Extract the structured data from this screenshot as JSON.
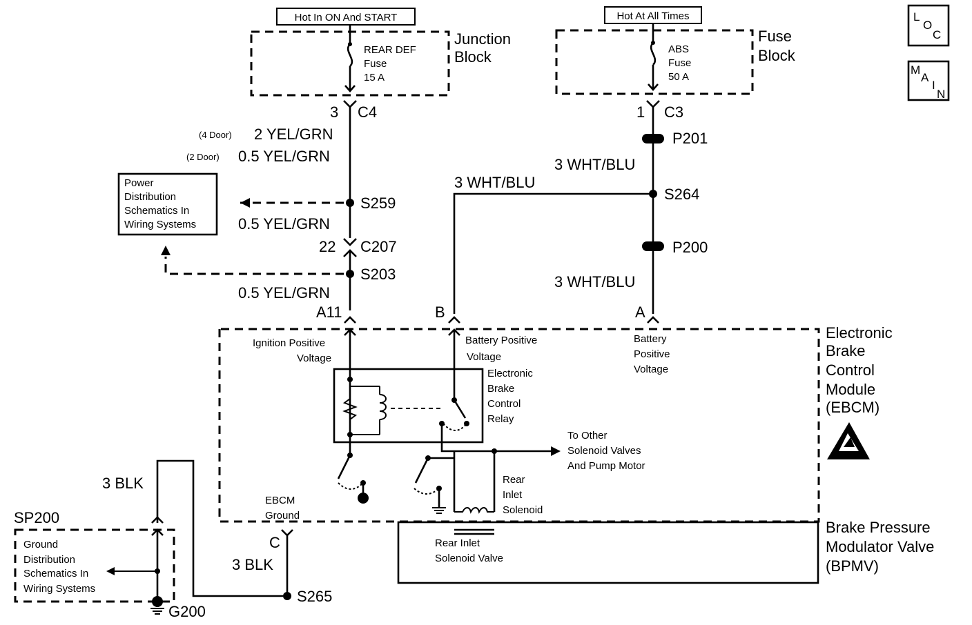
{
  "labels": {
    "hot_on_start": "Hot In ON And START",
    "hot_all_times": "Hot At All Times",
    "junction_block_1": "Junction",
    "junction_block_2": "Block",
    "fuse_block_1": "Fuse",
    "fuse_block_2": "Block",
    "rear_def_fuse_1": "REAR DEF",
    "rear_def_fuse_2": "Fuse",
    "rear_def_fuse_3": "15 A",
    "abs_fuse_1": "ABS",
    "abs_fuse_2": "Fuse",
    "abs_fuse_3": "50 A",
    "loc_l": "L",
    "loc_o": "O",
    "loc_c": "C",
    "main_m": "M",
    "main_a": "A",
    "main_i": "I",
    "main_n": "N",
    "pin3": "3",
    "c4": "C4",
    "pin1": "1",
    "c3": "C3",
    "four_door": "(4 Door)",
    "wire_2_yelgrn": "2 YEL/GRN",
    "two_door": "(2 Door)",
    "wire_05_yelgrn_a": "0.5 YEL/GRN",
    "p201": "P201",
    "wire_3_whtblu_a": "3 WHT/BLU",
    "wire_3_whtblu_b": "3 WHT/BLU",
    "s264": "S264",
    "s259": "S259",
    "power_dist_1": "Power",
    "power_dist_2": "Distribution",
    "power_dist_3": "Schematics In",
    "power_dist_4": "Wiring Systems",
    "wire_05_yelgrn_b": "0.5 YEL/GRN",
    "pin22": "22",
    "c207": "C207",
    "p200": "P200",
    "s203": "S203",
    "wire_05_yelgrn_c": "0.5 YEL/GRN",
    "wire_3_whtblu_c": "3 WHT/BLU",
    "a11": "A11",
    "pin_b": "B",
    "pin_a": "A",
    "ign_pos_1": "Ignition Positive",
    "ign_pos_2": "Voltage",
    "bat_pos_b_1": "Battery Positive",
    "bat_pos_b_2": "Voltage",
    "bat_pos_a_1": "Battery",
    "bat_pos_a_2": "Positive",
    "bat_pos_a_3": "Voltage",
    "ebcm_1": "Electronic",
    "ebcm_2": "Brake",
    "ebcm_3": "Control",
    "ebcm_4": "Module",
    "ebcm_5": "(EBCM)",
    "relay_1": "Electronic",
    "relay_2": "Brake",
    "relay_3": "Control",
    "relay_4": "Relay",
    "to_other_1": "To Other",
    "to_other_2": "Solenoid Valves",
    "to_other_3": "And Pump Motor",
    "rear_inlet_sol_1": "Rear",
    "rear_inlet_sol_2": "Inlet",
    "rear_inlet_sol_3": "Solenoid",
    "blk_3_a": "3 BLK",
    "sp200": "SP200",
    "ebcm_ground_1": "EBCM",
    "ebcm_ground_2": "Ground",
    "pin_c": "C",
    "blk_3_b": "3 BLK",
    "ground_dist_1": "Ground",
    "ground_dist_2": "Distribution",
    "ground_dist_3": "Schematics In",
    "ground_dist_4": "Wiring Systems",
    "s265": "S265",
    "g200": "G200",
    "rear_inlet_valve_1": "Rear Inlet",
    "rear_inlet_valve_2": "Solenoid Valve",
    "bpmv_1": "Brake Pressure",
    "bpmv_2": "Modulator Valve",
    "bpmv_3": "(BPMV)"
  }
}
